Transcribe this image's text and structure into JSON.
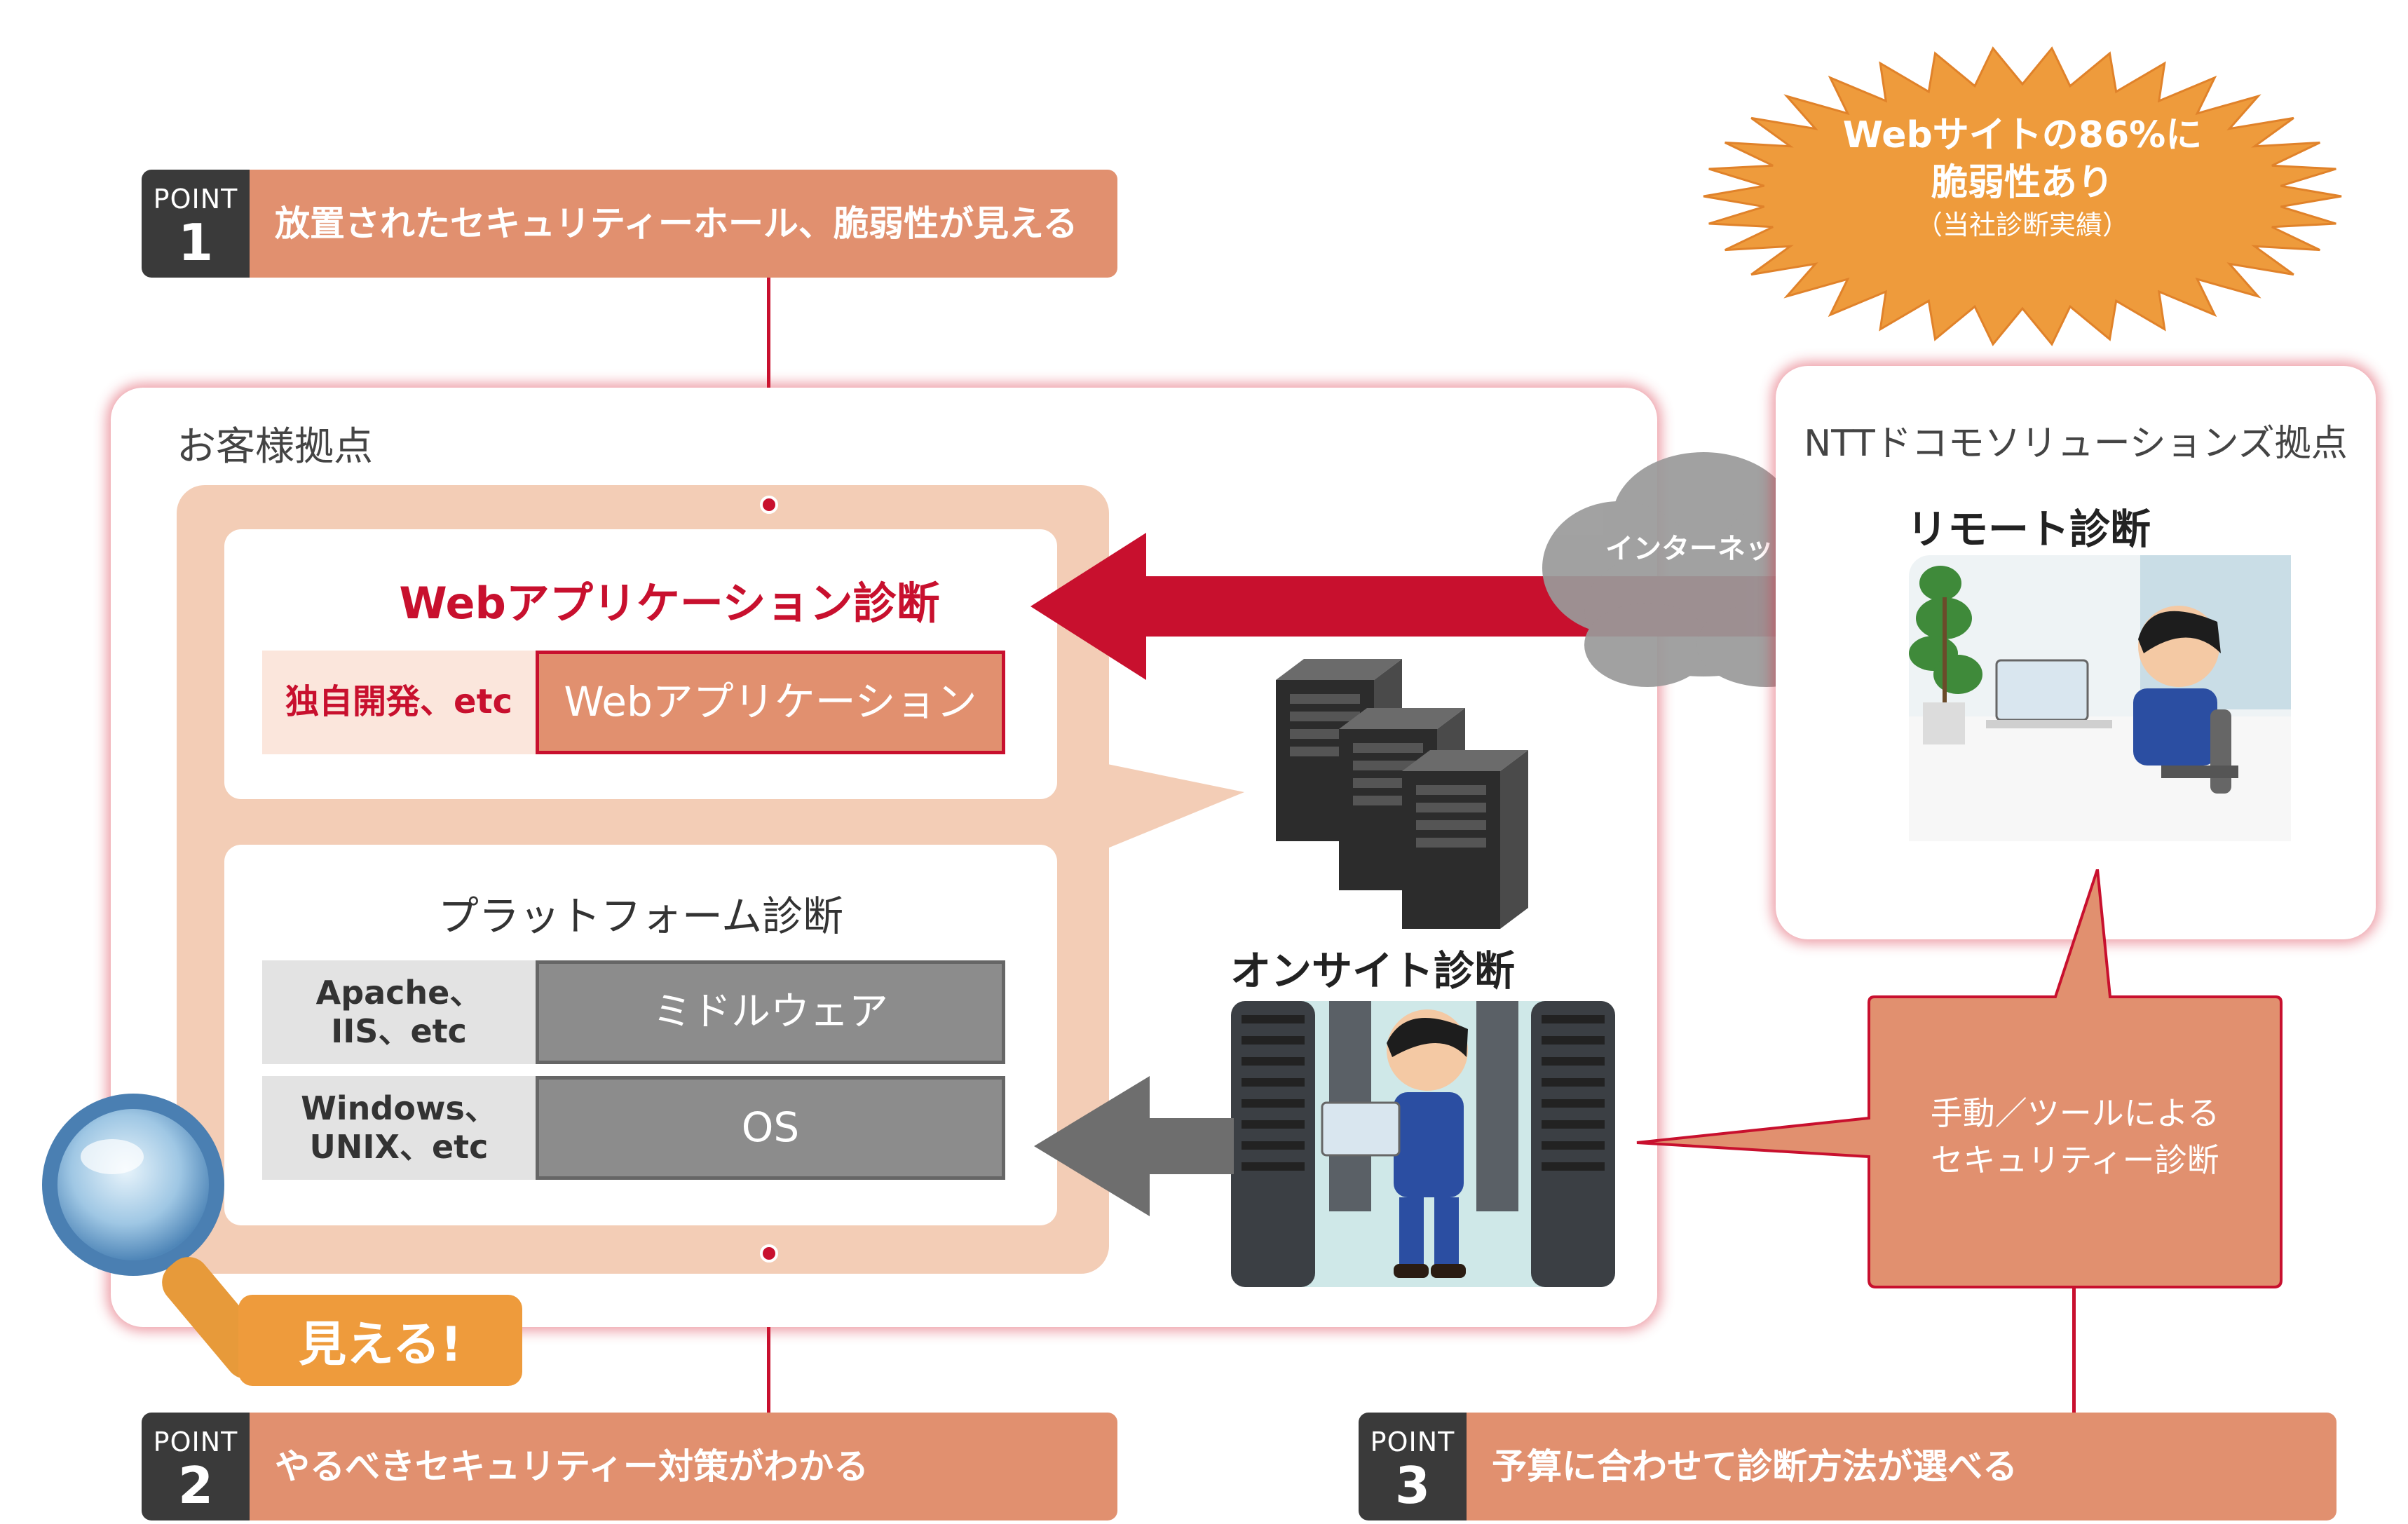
{
  "points": [
    {
      "label": "POINT",
      "num": "1",
      "text": "放置されたセキュリティーホール、脆弱性が見える"
    },
    {
      "label": "POINT",
      "num": "2",
      "text": "やるべきセキュリティー対策がわかる"
    },
    {
      "label": "POINT",
      "num": "3",
      "text": "予算に合わせて診断方法が選べる"
    }
  ],
  "burst": {
    "line1": "Webサイトの86%に",
    "line2": "脆弱性あり",
    "line3": "（当社診断実績）"
  },
  "customer": {
    "title": "お客様拠点"
  },
  "webapp": {
    "title": "Webアプリケーション診断",
    "left": "独自開発、etc",
    "right": "Webアプリケーション"
  },
  "platform": {
    "title": "プラットフォーム診断",
    "row1_left": "Apache、\nIIS、etc",
    "row1_right": "ミドルウェア",
    "row2_left": "Windows、\nUNIX、etc",
    "row2_right": "OS"
  },
  "ntt": {
    "title": "NTTドコモソリューションズ拠点",
    "remote": "リモート診断"
  },
  "cloud": {
    "label": "インターネット"
  },
  "onsite": {
    "title": "オンサイト診断"
  },
  "callout": {
    "text": "手動／ツールによる\nセキュリティー診断"
  },
  "mieru": {
    "text": "見える!"
  },
  "colors": {
    "accent": "#c8102e",
    "point_bg": "#e1906f",
    "point_num_bg": "#3a3a3a",
    "burst": "#ee9b3c",
    "peach": "#f3cdb6"
  }
}
